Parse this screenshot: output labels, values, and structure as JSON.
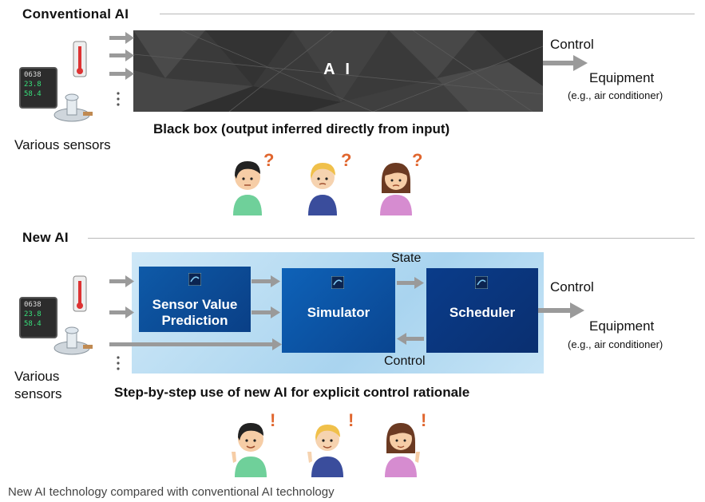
{
  "conventional": {
    "title": "Conventional AI",
    "ai_label": "A I",
    "output_label": "Control",
    "equipment_label": "Equipment",
    "equipment_example": "(e.g., air conditioner)",
    "sensors_label": "Various sensors",
    "caption": "Black box (output inferred directly from input)",
    "sensor_readings": [
      "0638",
      "23.8",
      "58.4"
    ]
  },
  "new_ai": {
    "title": "New AI",
    "boxes": {
      "prediction": "Sensor Value Prediction",
      "simulator": "Simulator",
      "scheduler": "Scheduler"
    },
    "state_label": "State",
    "feedback_label": "Control",
    "output_label": "Control",
    "equipment_label": "Equipment",
    "equipment_example": "(e.g., air conditioner)",
    "sensors_label_line1": "Various",
    "sensors_label_line2": "sensors",
    "caption": "Step-by-step use of new AI for explicit control rationale",
    "sensor_readings": [
      "0638",
      "23.8",
      "58.4"
    ]
  },
  "reactions": {
    "conventional": "?",
    "new": "!"
  },
  "figure_caption": "New AI technology compared with conventional AI technology",
  "colors": {
    "question_mark": "#e0662e",
    "exclaim_mark": "#e0662e",
    "black_box": "#3a3a3a",
    "new_bg": "#bfe0f4",
    "box_dark": "#0d4ea0",
    "arrow": "#9a9a9a"
  }
}
